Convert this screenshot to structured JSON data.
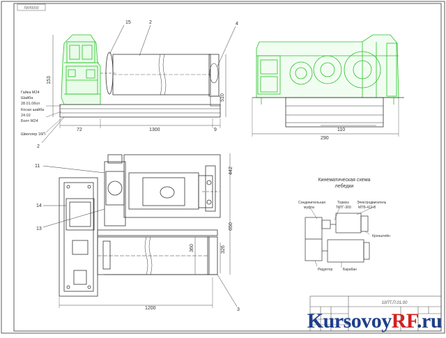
{
  "sheet_corner_label": "ЛИЛ0000",
  "callouts": {
    "c15": "15",
    "c2_top": "2",
    "c4": "4",
    "c2_left": "2",
    "c11": "11",
    "c14": "14",
    "c13": "13",
    "c3": "3"
  },
  "top_view_dims": {
    "h153": "153",
    "d72": "72",
    "d1300": "1300",
    "d9": "9",
    "h510": "510"
  },
  "side_view_dims": {
    "d110": "110",
    "d290": "290"
  },
  "plan_dims": {
    "h442": "442",
    "h650": "650",
    "h360": "360",
    "h326": "326",
    "d1200": "1200"
  },
  "fastener_notes": [
    "Гайка М24",
    "Шайба",
    "28.01.06сп",
    "Косая шайба",
    "24.02",
    "Болт М24"
  ],
  "channel_note": "Швеллер 16П",
  "kinematic": {
    "title_line1": "Кинематическая схема",
    "title_line2": "лебедки",
    "coupling_line1": "Соединительная",
    "coupling_line2": "муфта",
    "brake_line1": "Тормоз",
    "brake_line2": "ТКТГ-300",
    "motor_line1": "Электродвигатель",
    "motor_line2": "МТВ-412-8",
    "bracket": "Кронштейн",
    "reducer": "Редуктор",
    "drum": "Барабан"
  },
  "title_block": {
    "doc_code": "10ПТ.П.01.00"
  },
  "watermark": {
    "part1": "Kursovoy",
    "part2": "RF",
    "part3": ".ru"
  },
  "colors": {
    "line": "#333333",
    "green": "#22c322",
    "light_green": "#bdf2bd",
    "dim": "#444444"
  }
}
